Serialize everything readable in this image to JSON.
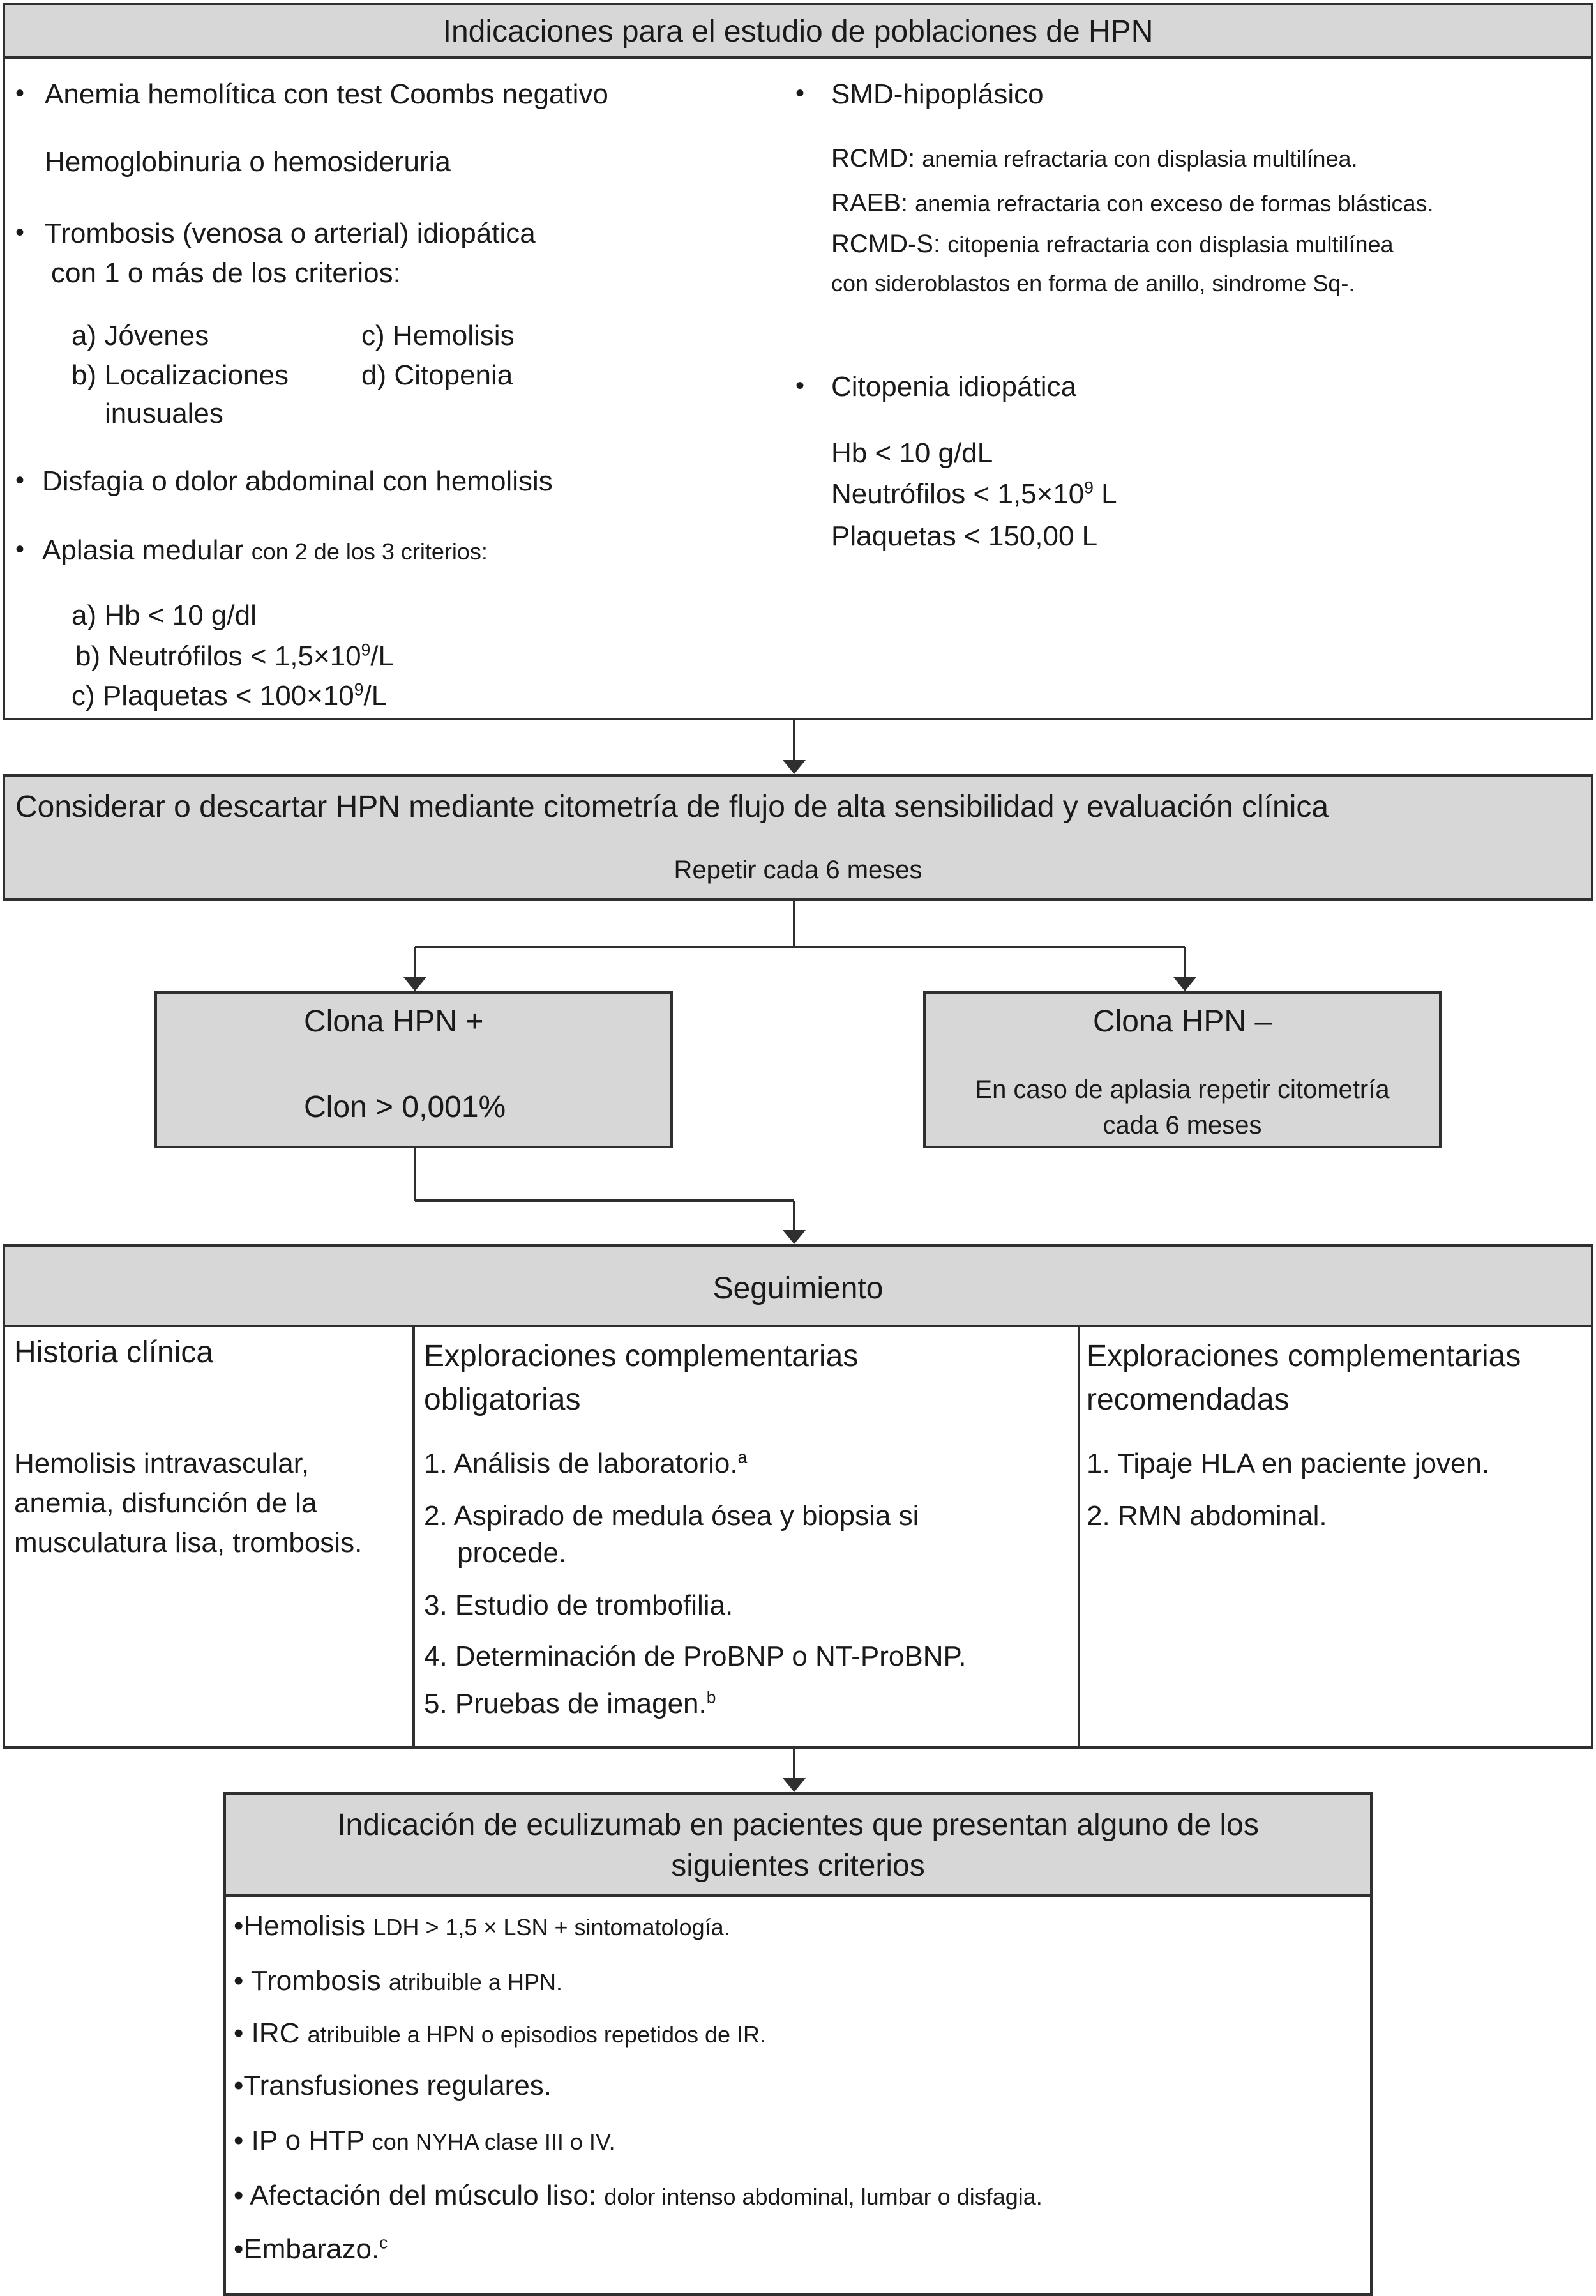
{
  "indications": {
    "title": "Indicaciones para el estudio de poblaciones de HPN",
    "left": {
      "anemia": "Anemia hemolítica con test Coombs negativo",
      "hemoglobinuria": "Hemoglobinuria o hemosideruria",
      "trombosis": "Trombosis (venosa o arterial) idiopática",
      "trombosis_cont": "con 1 o más de los criterios:",
      "crit_a": "a) Jóvenes",
      "crit_b": "b) Localizaciones",
      "crit_b_cont": "inusuales",
      "crit_c": "c) Hemolisis",
      "crit_d": "d) Citopenia",
      "disfagia": "Disfagia o dolor abdominal con hemolisis",
      "aplasia": "Aplasia medular",
      "aplasia_small": "con 2 de los 3 criterios:",
      "aplasia_a": "a) Hb < 10 g/dl",
      "aplasia_b_pre": "b) Neutrófilos < 1,5×10",
      "aplasia_b_sup": "9",
      "aplasia_b_post": "/L",
      "aplasia_c_pre": "c) Plaquetas < 100×10",
      "aplasia_c_sup": "9",
      "aplasia_c_post": "/L"
    },
    "right": {
      "smd": "SMD-hipoplásico",
      "rcmd_label": "RCMD:",
      "rcmd_text": "anemia refractaria con displasia multilínea.",
      "raeb_label": "RAEB:",
      "raeb_text": "anemia refractaria con exceso de formas blásticas.",
      "rcmds_label": "RCMD-S:",
      "rcmds_text": "citopenia refractaria con displasia multilínea",
      "rcmds_cont": "con sideroblastos en forma de anillo, sindrome Sq-.",
      "citopenia": "Citopenia idiopática",
      "hb": "Hb < 10 g/dL",
      "neutro_pre": "Neutrófilos < 1,5×10",
      "neutro_sup": "9",
      "neutro_post": " L",
      "plaquetas": "Plaquetas < 150,00 L"
    }
  },
  "consider": {
    "title": "Considerar o descartar HPN mediante citometría de flujo de alta sensibilidad y evaluación clínica",
    "subtitle": "Repetir cada 6 meses"
  },
  "clone_pos": {
    "title": "Clona HPN +",
    "detail": "Clon > 0,001%"
  },
  "clone_neg": {
    "title": "Clona HPN –",
    "line1": "En caso de aplasia repetir citometría",
    "line2": "cada 6 meses"
  },
  "followup": {
    "title": "Seguimiento",
    "col1": {
      "title": "Historia clínica",
      "line1": "Hemolisis intravascular,",
      "line2": "anemia, disfunción de la",
      "line3": "musculatura lisa, trombosis."
    },
    "col2": {
      "title1": "Exploraciones complementarias",
      "title2": "obligatorias",
      "item1": "1. Análisis de laboratorio.",
      "item1_sup": "a",
      "item2": "2. Aspirado de medula ósea y biopsia si",
      "item2_cont": "procede.",
      "item3": "3. Estudio de trombofilia.",
      "item4": "4. Determinación de ProBNP o NT-ProBNP.",
      "item5": "5. Pruebas de imagen.",
      "item5_sup": "b"
    },
    "col3": {
      "title1": "Exploraciones complementarias",
      "title2": "recomendadas",
      "item1": "1. Tipaje HLA en paciente joven.",
      "item2": "2. RMN abdominal."
    }
  },
  "eculizumab": {
    "title1": "Indicación de eculizumab en pacientes que presentan alguno de los",
    "title2": "siguientes criterios",
    "items": [
      {
        "label": "Hemolisis",
        "detail": "LDH > 1,5 × LSN + sintomatología."
      },
      {
        "label": "Trombosis",
        "detail": "atribuible a HPN."
      },
      {
        "label": "IRC",
        "detail": "atribuible a HPN o episodios repetidos de IR."
      },
      {
        "label": "Transfusiones regulares.",
        "detail": ""
      },
      {
        "label": "IP o HTP",
        "detail": "con NYHA clase III o IV."
      },
      {
        "label": "Afectación del músculo liso:",
        "detail": "dolor intenso abdominal, lumbar o disfagia."
      },
      {
        "label": "Embarazo.",
        "detail": "",
        "sup": "c"
      }
    ]
  }
}
